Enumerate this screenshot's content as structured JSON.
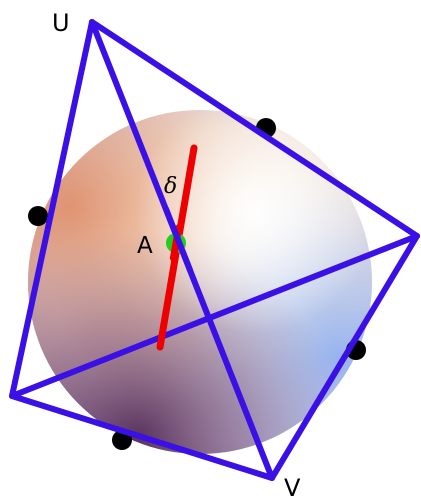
{
  "labels": {
    "vertex_top": "U",
    "vertex_bottom": "V",
    "center_point": "A",
    "segment": "δ"
  },
  "colors": {
    "edges": "#3a10e6",
    "segment": "#ee0000",
    "center_marker": "#22cc22",
    "tangent_points": "#000000",
    "sphere_warm": "#e8a07a",
    "sphere_light": "#fffdf4",
    "sphere_cool": "#b9c9f5",
    "sphere_dark": "#5a2a5a"
  }
}
